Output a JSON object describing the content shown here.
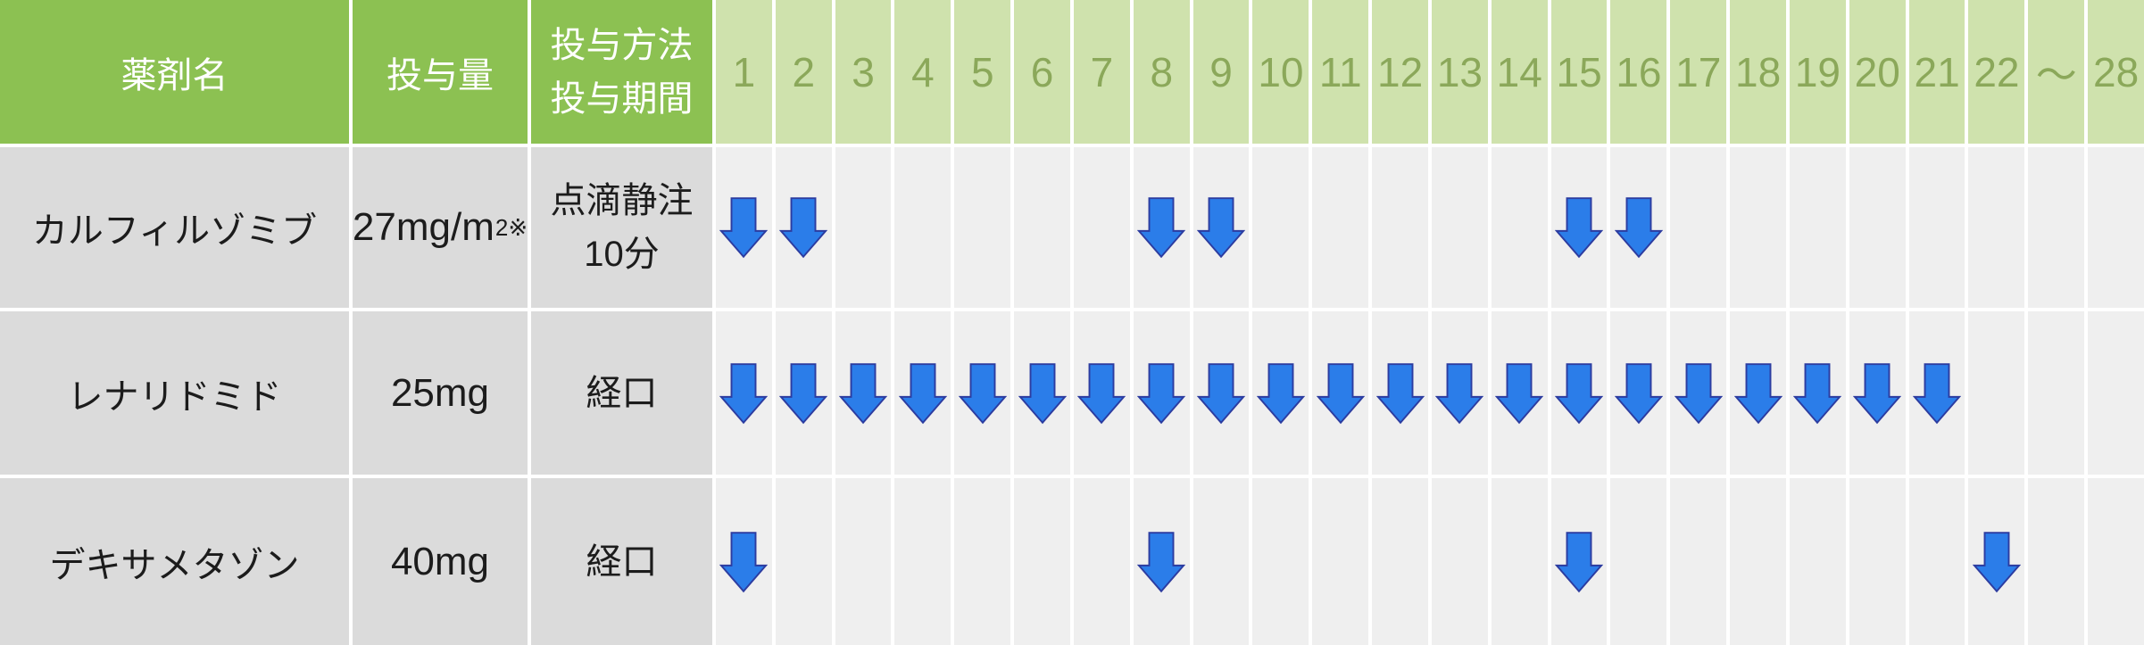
{
  "colors": {
    "header_green": "#8cc152",
    "day_header_green": "#cfe2ad",
    "day_number": "#8ba85a",
    "header_text": "#ffffff",
    "label_cell_bg": "#dbdbdb",
    "day_cell_bg": "#efefef",
    "body_text": "#1c1c1c",
    "arrow_fill": "#2b7de9",
    "arrow_stroke": "#2c3ca0",
    "grid_line": "#ffffff"
  },
  "header": {
    "drug_name": "薬剤名",
    "dose": "投与量",
    "method_lines": [
      "投与方法",
      "投与期間"
    ]
  },
  "days": [
    "1",
    "2",
    "3",
    "4",
    "5",
    "6",
    "7",
    "8",
    "9",
    "10",
    "11",
    "12",
    "13",
    "14",
    "15",
    "16",
    "17",
    "18",
    "19",
    "20",
    "21",
    "22",
    "～",
    "28"
  ],
  "rows": [
    {
      "name": "カルフィルゾミブ",
      "dose": {
        "base": "27mg/m",
        "sup": "2※"
      },
      "method_lines": [
        "点滴静注",
        "10分"
      ],
      "arrow_days": [
        "1",
        "2",
        "8",
        "9",
        "15",
        "16"
      ]
    },
    {
      "name": "レナリドミド",
      "dose": {
        "base": "25mg",
        "sup": ""
      },
      "method_lines": [
        "経口"
      ],
      "arrow_days": [
        "1",
        "2",
        "3",
        "4",
        "5",
        "6",
        "7",
        "8",
        "9",
        "10",
        "11",
        "12",
        "13",
        "14",
        "15",
        "16",
        "17",
        "18",
        "19",
        "20",
        "21"
      ]
    },
    {
      "name": "デキサメタゾン",
      "dose": {
        "base": "40mg",
        "sup": ""
      },
      "method_lines": [
        "経口"
      ],
      "arrow_days": [
        "1",
        "8",
        "15",
        "22"
      ]
    }
  ],
  "icons": {
    "dose_arrow": "block-down-arrow"
  }
}
